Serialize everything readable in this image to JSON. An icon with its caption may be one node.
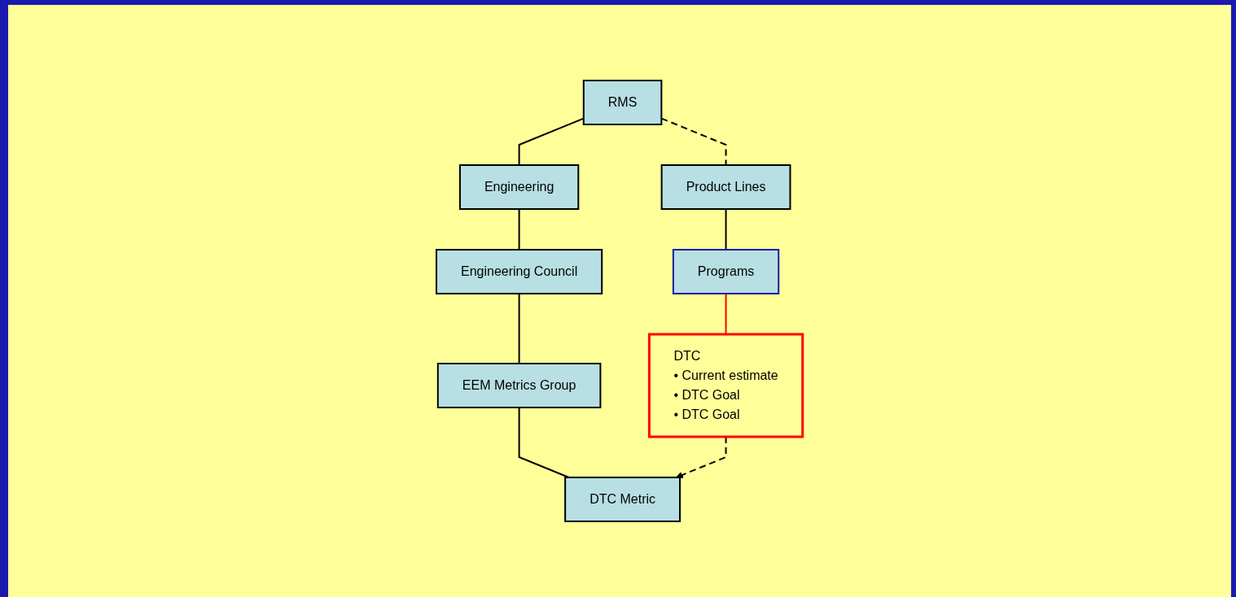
{
  "diagram": {
    "nodes": [
      {
        "text": [
          "RMS"
        ]
      },
      {
        "text": [
          "Engineering"
        ]
      },
      {
        "text": [
          "Engineering Council"
        ]
      },
      {
        "text": [
          "EEM Metrics Group"
        ]
      },
      {
        "text": [
          "DTC Metric"
        ]
      },
      {
        "text": [
          "Product Lines"
        ]
      },
      {
        "text": [
          "Programs"
        ]
      },
      {
        "text": [
          "DTC",
          "• Current estimate",
          "• DTC Goal",
          "• DTC Goal"
        ]
      }
    ],
    "edges": [
      {
        "from": 0,
        "to": 1,
        "arrow": "none"
      },
      {
        "from": 0,
        "to": 5,
        "arrow": "none",
        "style": "dashed"
      },
      {
        "from": 1,
        "to": 2,
        "arrow": "none"
      },
      {
        "from": 2,
        "to": 3,
        "arrow": "none"
      },
      {
        "from": 3,
        "to": 4,
        "arrow": "none"
      },
      {
        "from": 5,
        "to": 6,
        "arrow": "none"
      },
      {
        "from": 6,
        "to": 7,
        "arrow": "none",
        "color": "#ff0000"
      },
      {
        "from": 7,
        "to": 4,
        "arrow": "to",
        "style": "dashed"
      }
    ]
  }
}
